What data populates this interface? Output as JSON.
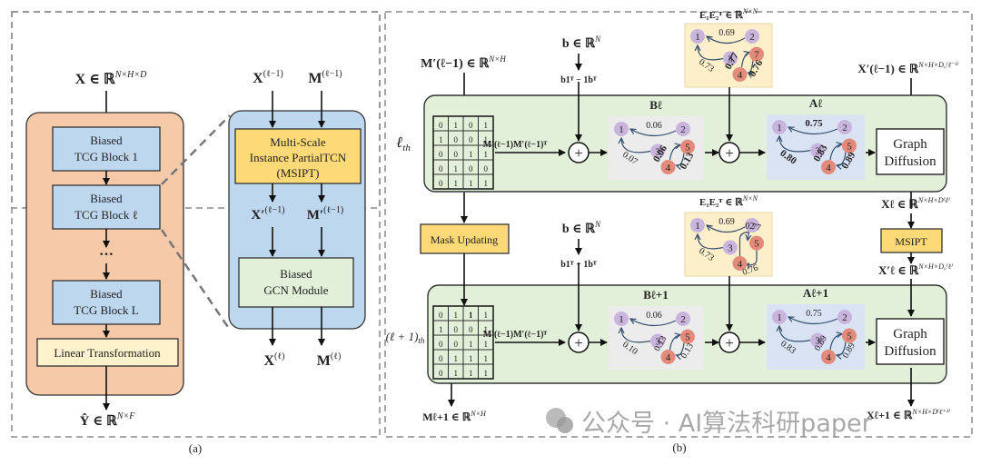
{
  "panel_a": {
    "caption": "(a)",
    "input_label": "X ∈ ℝ",
    "input_sup": "N×H×D",
    "output_label": "Ŷ ∈ ℝ",
    "output_sup": "N×F",
    "blocks": [
      {
        "line1": "Biased",
        "line2": "TCG Block 1"
      },
      {
        "line1": "Biased",
        "line2": "TCG Block ℓ"
      },
      {
        "line1": "Biased",
        "line2": "TCG Block L"
      }
    ],
    "ellipsis": "···",
    "linear": "Linear Transformation",
    "detail": {
      "in_x": "X",
      "in_x_sup": "(ℓ−1)",
      "in_m": "M",
      "in_m_sup": "(ℓ−1)",
      "msipt_line1": "Multi-Scale",
      "msipt_line2": "Instance PartialTCN",
      "msipt_line3": "(MSIPT)",
      "mid_x": "X′",
      "mid_x_sup": "(ℓ−1)",
      "mid_m": "M′",
      "mid_m_sup": "(ℓ−1)",
      "gcn_line1": "Biased",
      "gcn_line2": "GCN Module",
      "out_x": "X",
      "out_x_sup": "(ℓ)",
      "out_m": "M",
      "out_m_sup": "(ℓ)"
    }
  },
  "panel_b": {
    "caption": "(b)",
    "mask_input": "M′(ℓ−1) ∈ ℝ",
    "mask_input_sup": "N×H",
    "b_vec": "b ∈ ℝ",
    "b_vec_sup": "N",
    "b_diff": "b1ᵀ − 1bᵀ",
    "e_label": "E₁E₂ᵀ ∈ ℝ",
    "e_label_sup": "N×N",
    "x_in": "X′(ℓ−1) ∈ ℝ",
    "x_in_sup": "N×H×D₀⁽ℓ⁻¹⁾",
    "mm_label": "M′(ℓ−1)M′(ℓ−1)ᵀ",
    "plus": "+",
    "graph_diffusion_1": "Graph",
    "graph_diffusion_2": "Diffusion",
    "row1_label": "ℓ",
    "row1_label_sub": "th",
    "row2_label": "(ℓ + 1)",
    "row2_label_sub": "th",
    "mask_updating": "Mask Updating",
    "msipt": "MSIPT",
    "x_l": "Xℓ ∈ ℝ",
    "x_l_sup": "N×H×D⁽ℓ⁾",
    "x_prime_l": "X′ℓ ∈ ℝ",
    "x_prime_l_sup": "N×H×D₀⁽ℓ⁾",
    "m_out": "Mℓ+1 ∈ ℝ",
    "m_out_sup": "N×H",
    "x_out": "Xℓ+1 ∈ ℝ",
    "x_out_sup": "N×H×D⁽ℓ⁺¹⁾",
    "row1": {
      "matrix": [
        [
          0,
          1,
          0,
          1
        ],
        [
          1,
          0,
          0,
          1
        ],
        [
          0,
          0,
          1,
          1
        ],
        [
          0,
          1,
          0,
          0
        ],
        [
          0,
          1,
          1,
          1
        ]
      ],
      "matrix_highlight": [],
      "B_title": "Bℓ",
      "B_edges": {
        "e21": "0.06",
        "e31": "0.07",
        "e45": "0.06",
        "e54": "0.13"
      },
      "A_title": "Aℓ",
      "A_edges": {
        "e21": "0.75",
        "e31": "0.80",
        "e45": "0.83",
        "e54": "0.89"
      },
      "E_edges": {
        "e21": "0.69",
        "e31": "0.73",
        "e4x": "0.77",
        "ex4": "0.76"
      },
      "E_node5": "7"
    },
    "row2": {
      "matrix": [
        [
          0,
          1,
          1,
          1
        ],
        [
          1,
          0,
          0,
          1
        ],
        [
          0,
          0,
          1,
          1
        ],
        [
          0,
          1,
          1,
          1
        ],
        [
          0,
          1,
          1,
          1
        ]
      ],
      "matrix_highlight": [
        [
          0,
          2
        ]
      ],
      "B_title": "Bℓ+1",
      "B_edges": {
        "e21": "0.06",
        "e31": "0.10",
        "e45": "0.13",
        "e54": "0.13"
      },
      "A_title": "Aℓ+1",
      "A_edges": {
        "e21": "0.75",
        "e31": "0.83",
        "e45": "0.89",
        "e54": "0.89"
      },
      "E_edges": {
        "e21": "0.69",
        "e31": "0.73",
        "e4x": "0.77",
        "ex4": "0.76"
      },
      "E_node5": "5"
    },
    "nodes": [
      "1",
      "2",
      "3",
      "4",
      "5"
    ]
  },
  "watermark": "公众号 · AI算法科研paper",
  "colors": {
    "outer_orange": "#f6c9a9",
    "block_blue": "#bdd7ee",
    "msipt_yellow": "#fdd978",
    "linear_cream": "#fef2cc",
    "gcn_green": "#e2efd9",
    "row_green": "#e2efd9",
    "b_gray": "#ececec",
    "a_blue": "#dae3f3",
    "e_cream": "#fdefc9",
    "node_purple": "#c8b4dc",
    "node_red": "#e48a7a",
    "highlight_red": "#ff1a1a",
    "highlight_blue": "#3c78d8"
  }
}
